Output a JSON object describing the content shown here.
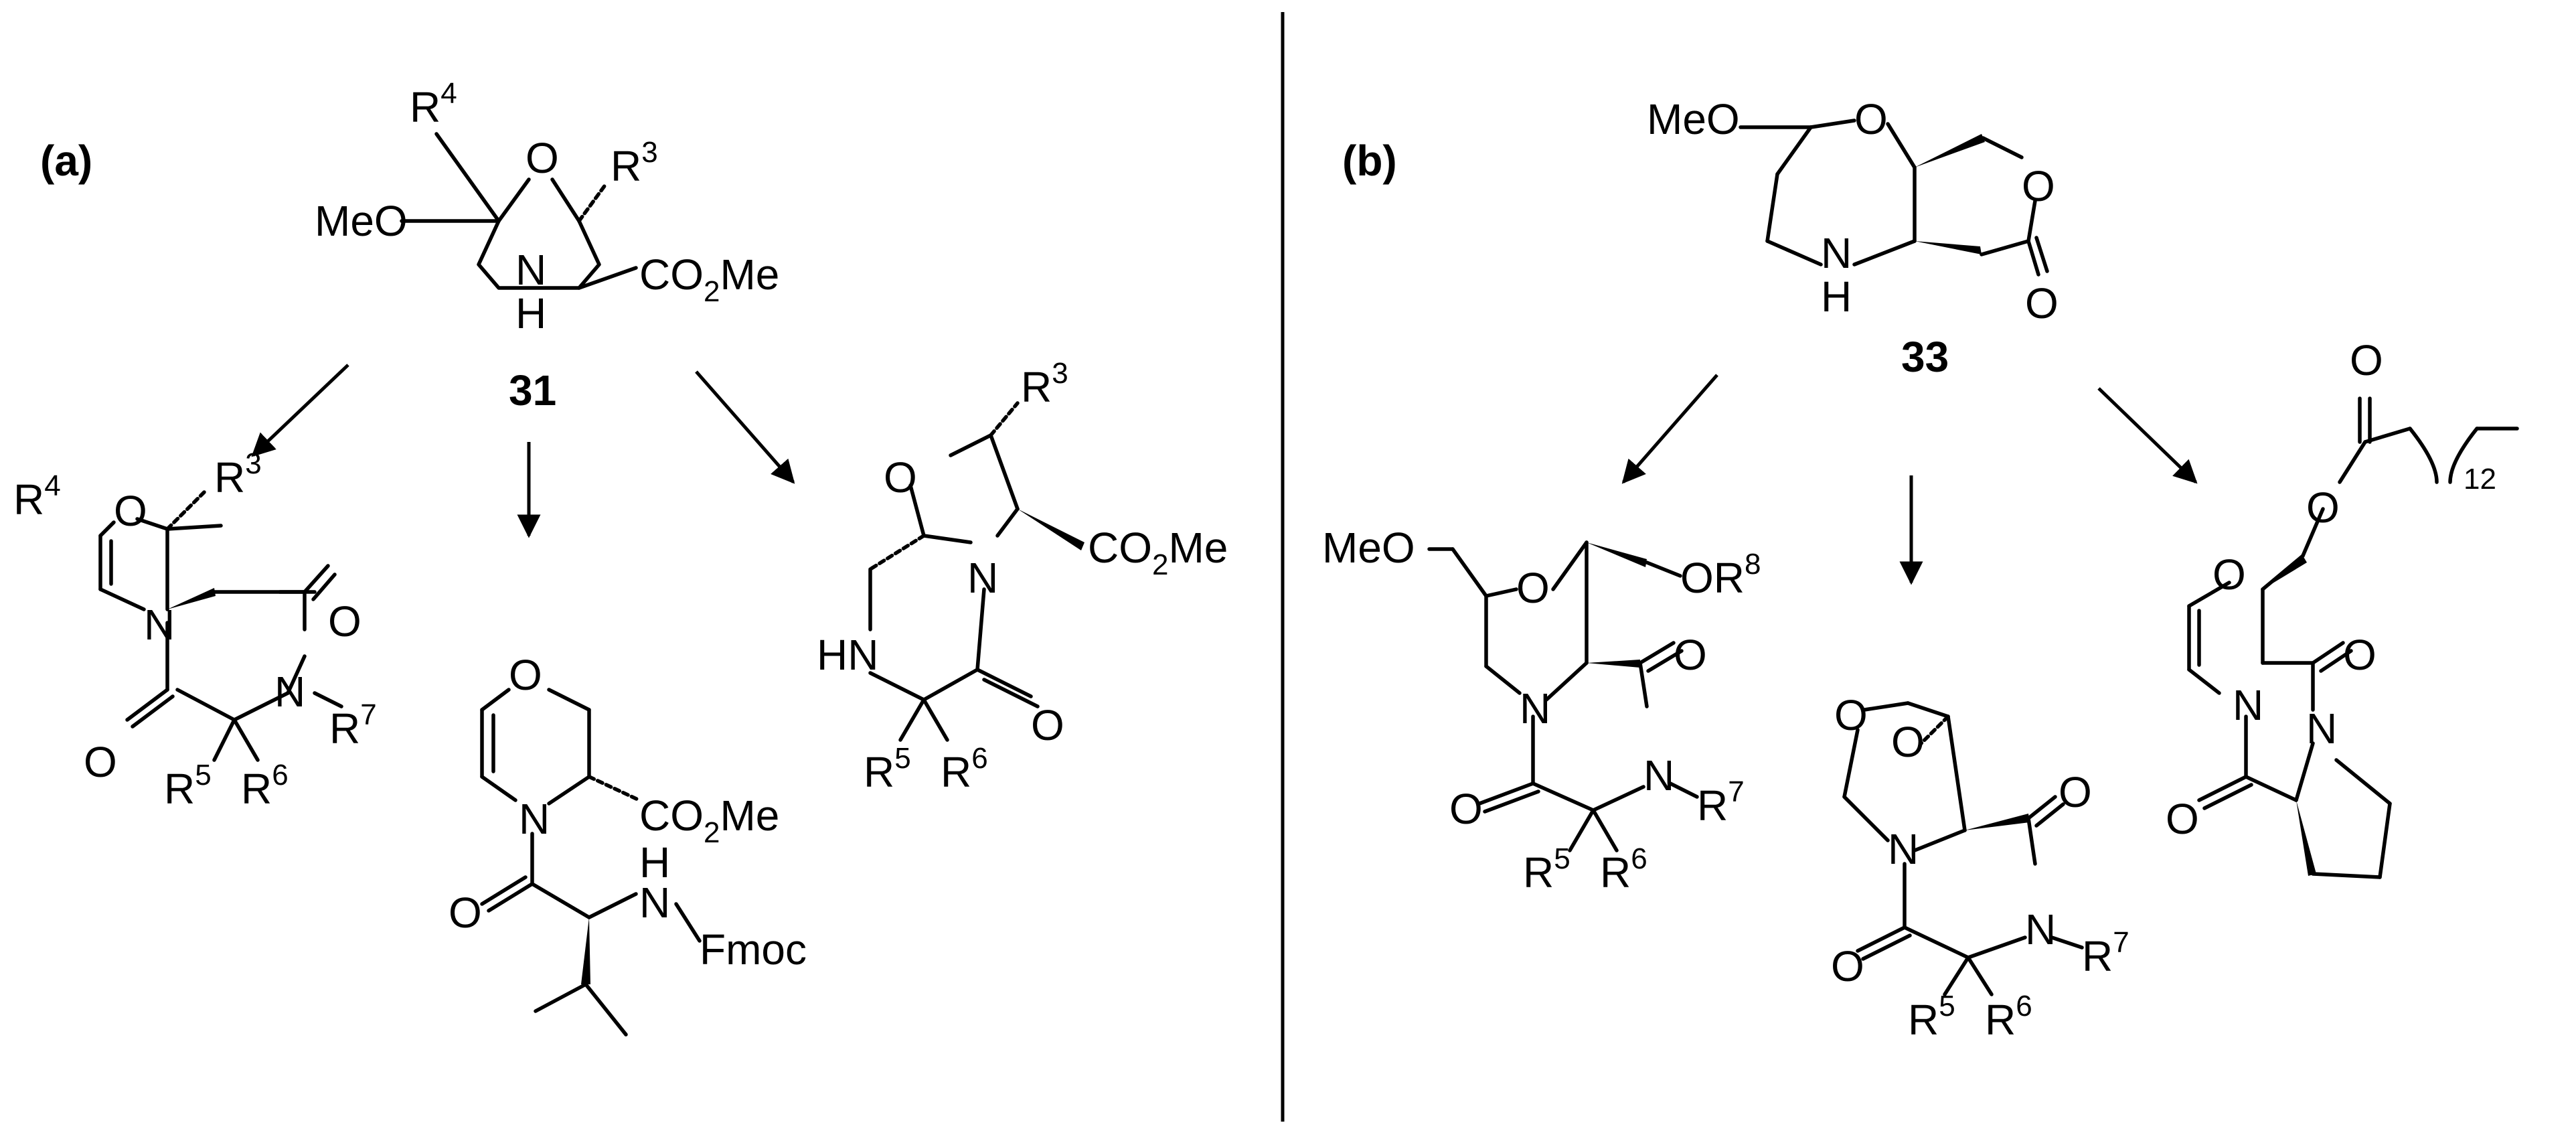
{
  "panel_a": {
    "label": "(a)",
    "compound_31": {
      "id": "31",
      "r4": "R",
      "r4_sup": "4",
      "meo": "MeO",
      "o": "O",
      "r3": "R",
      "r3_sup": "3",
      "n": "N",
      "h": "H",
      "ester_pre": "CO",
      "ester_sub": "2",
      "ester_post": "Me"
    },
    "product_1": {
      "r4": "R",
      "r4_sup": "4",
      "o_ring": "O",
      "r3": "R",
      "r3_sup": "3",
      "o_carbonyl_top": "O",
      "n_left": "N",
      "n_right": "N",
      "r7": "R",
      "r7_sup": "7",
      "o_carbonyl_left": "O",
      "r5": "R",
      "r5_sup": "5",
      "r6": "R",
      "r6_sup": "6"
    },
    "product_2": {
      "o_ring": "O",
      "n": "N",
      "ester_pre": "CO",
      "ester_sub": "2",
      "ester_post": "Me",
      "nh_h": "H",
      "nh_n": "N",
      "fmoc": "Fmoc",
      "o_carbonyl": "O"
    },
    "product_3": {
      "r3": "R",
      "r3_sup": "3",
      "o_ring": "O",
      "n": "N",
      "ester_pre": "CO",
      "ester_sub": "2",
      "ester_post": "Me",
      "hn": "HN",
      "o_carbonyl": "O",
      "r5": "R",
      "r5_sup": "5",
      "r6": "R",
      "r6_sup": "6"
    }
  },
  "panel_b": {
    "label": "(b)",
    "compound_33": {
      "id": "33",
      "meo": "MeO",
      "o_ring": "O",
      "o_lactone": "O",
      "n": "N",
      "h": "H",
      "o_carbonyl": "O"
    },
    "product_1": {
      "meo": "MeO",
      "o_ring": "O",
      "or8": "OR",
      "or8_sup": "8",
      "o_carbonyl_top": "O",
      "n_left": "N",
      "n_right": "N",
      "r7": "R",
      "r7_sup": "7",
      "o_carbonyl_left": "O",
      "r5": "R",
      "r5_sup": "5",
      "r6": "R",
      "r6_sup": "6"
    },
    "product_2": {
      "o_top": "O",
      "o_bridge": "O",
      "o_carbonyl_right": "O",
      "n_left": "N",
      "n_right": "N",
      "r7": "R",
      "r7_sup": "7",
      "o_carbonyl_left": "O",
      "r5": "R",
      "r5_sup": "5",
      "r6": "R",
      "r6_sup": "6"
    },
    "product_3": {
      "o_ester_carbonyl": "O",
      "o_ester": "O",
      "chain_sub": "12",
      "o_ring": "O",
      "o_carbonyl_right": "O",
      "n_left": "N",
      "n_right": "N",
      "o_carbonyl_left": "O"
    }
  }
}
